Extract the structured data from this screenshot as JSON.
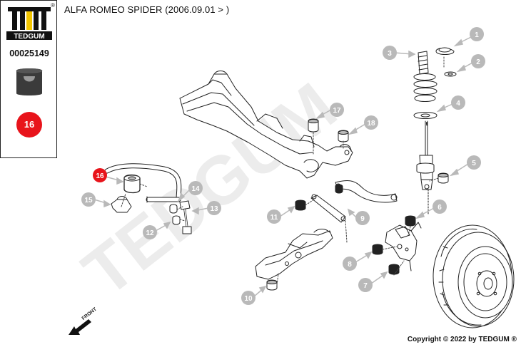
{
  "brand": {
    "name": "TEDGUM",
    "registered": "®"
  },
  "part_number": "00025149",
  "title": "ALFA ROMEO SPIDER  (2006.09.01 > )",
  "selected_callout": "16",
  "watermark": "TEDGUM",
  "copyright": "Copyright © 2022 by TEDGUM ®",
  "front_label": "FRONT",
  "callouts": [
    "1",
    "2",
    "3",
    "4",
    "5",
    "6",
    "7",
    "8",
    "9",
    "10",
    "11",
    "12",
    "13",
    "14",
    "15",
    "16",
    "17",
    "18"
  ],
  "colors": {
    "accent": "#e8141b",
    "callout": "#b9b9b9",
    "logo_yellow": "#f2c500"
  }
}
